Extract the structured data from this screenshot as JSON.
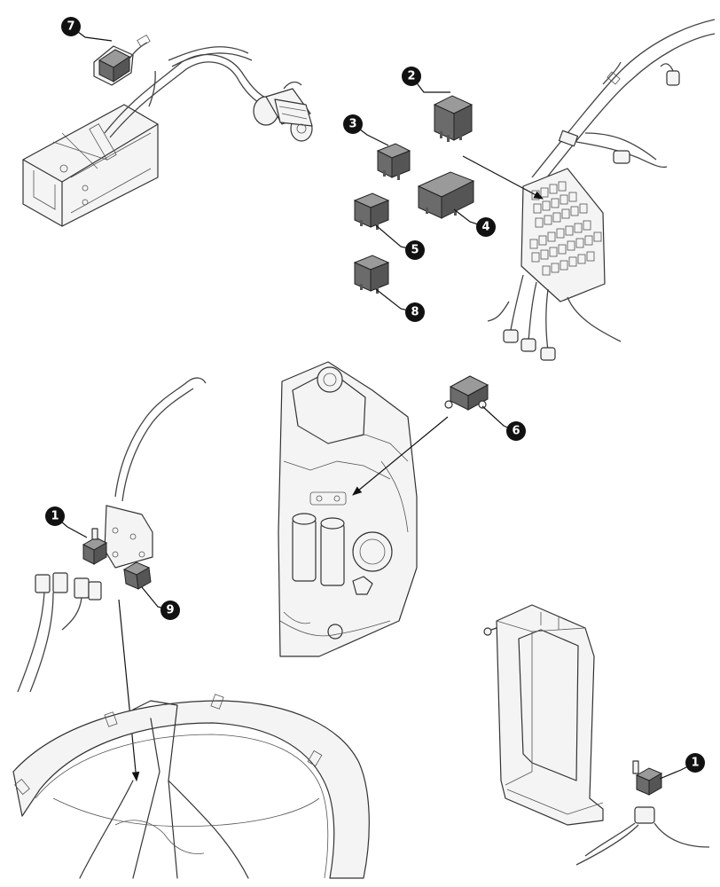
{
  "callouts": [
    {
      "id": "c7",
      "label": "7"
    },
    {
      "id": "c2",
      "label": "2"
    },
    {
      "id": "c3",
      "label": "3"
    },
    {
      "id": "c4",
      "label": "4"
    },
    {
      "id": "c5",
      "label": "5"
    },
    {
      "id": "c8",
      "label": "8"
    },
    {
      "id": "c6",
      "label": "6"
    },
    {
      "id": "c1a",
      "label": "1"
    },
    {
      "id": "c9",
      "label": "9"
    },
    {
      "id": "c1b",
      "label": "1"
    }
  ],
  "colors": {
    "callout": "#111111",
    "relay": "#6b6b6b",
    "line": "#333333"
  }
}
